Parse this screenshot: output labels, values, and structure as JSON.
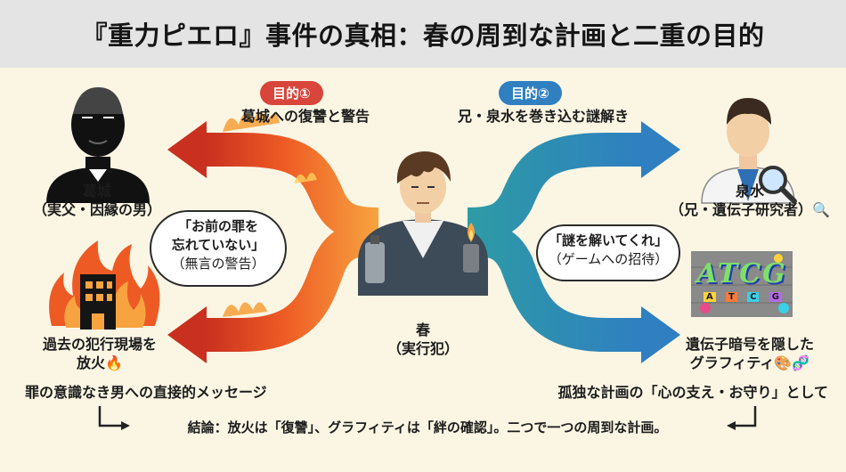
{
  "title": "『重力ピエロ』事件の真相：春の周到な計画と二重の目的",
  "left": {
    "purpose_badge": "目的①",
    "purpose_text": "葛城への復讐と警告",
    "person_name": "葛城",
    "person_desc": "（実父・因縁の男）",
    "bubble_line1": "「お前の罪を",
    "bubble_line2": "忘れていない」",
    "bubble_line3": "（無言の警告）",
    "fire_line1": "過去の犯行現場を",
    "fire_line2": "放火🔥",
    "message": "罪の意識なき男への直接的メッセージ"
  },
  "center": {
    "name": "春",
    "role": "（実行犯）"
  },
  "right": {
    "purpose_badge": "目的②",
    "purpose_text": "兄・泉水を巻き込む謎解き",
    "person_name": "泉水",
    "person_desc": "（兄・遺伝子研究者）🔍",
    "bubble_line1": "「謎を解いてくれ」",
    "bubble_line2": "（ゲームへの招待）",
    "graffiti_tag": "ATCG",
    "graffiti_letters": [
      "A",
      "T",
      "C",
      "G"
    ],
    "graffiti_line1": "遺伝子暗号を隠した",
    "graffiti_line2": "グラフィティ🎨🧬",
    "message": "孤独な計画の「心の支え・お守り」として"
  },
  "conclusion": "結論：放火は「復讐」、グラフィティは「絆の確認」。二つで一つの周到な計画。",
  "colors": {
    "fire_dark": "#c9301f",
    "fire_mid": "#ee5a24",
    "fire_light": "#f7a440",
    "teal": "#2e9ba5",
    "blue": "#2f7fc1",
    "title_bg": "#e4e4e4",
    "bg": "#fbf6e4"
  }
}
